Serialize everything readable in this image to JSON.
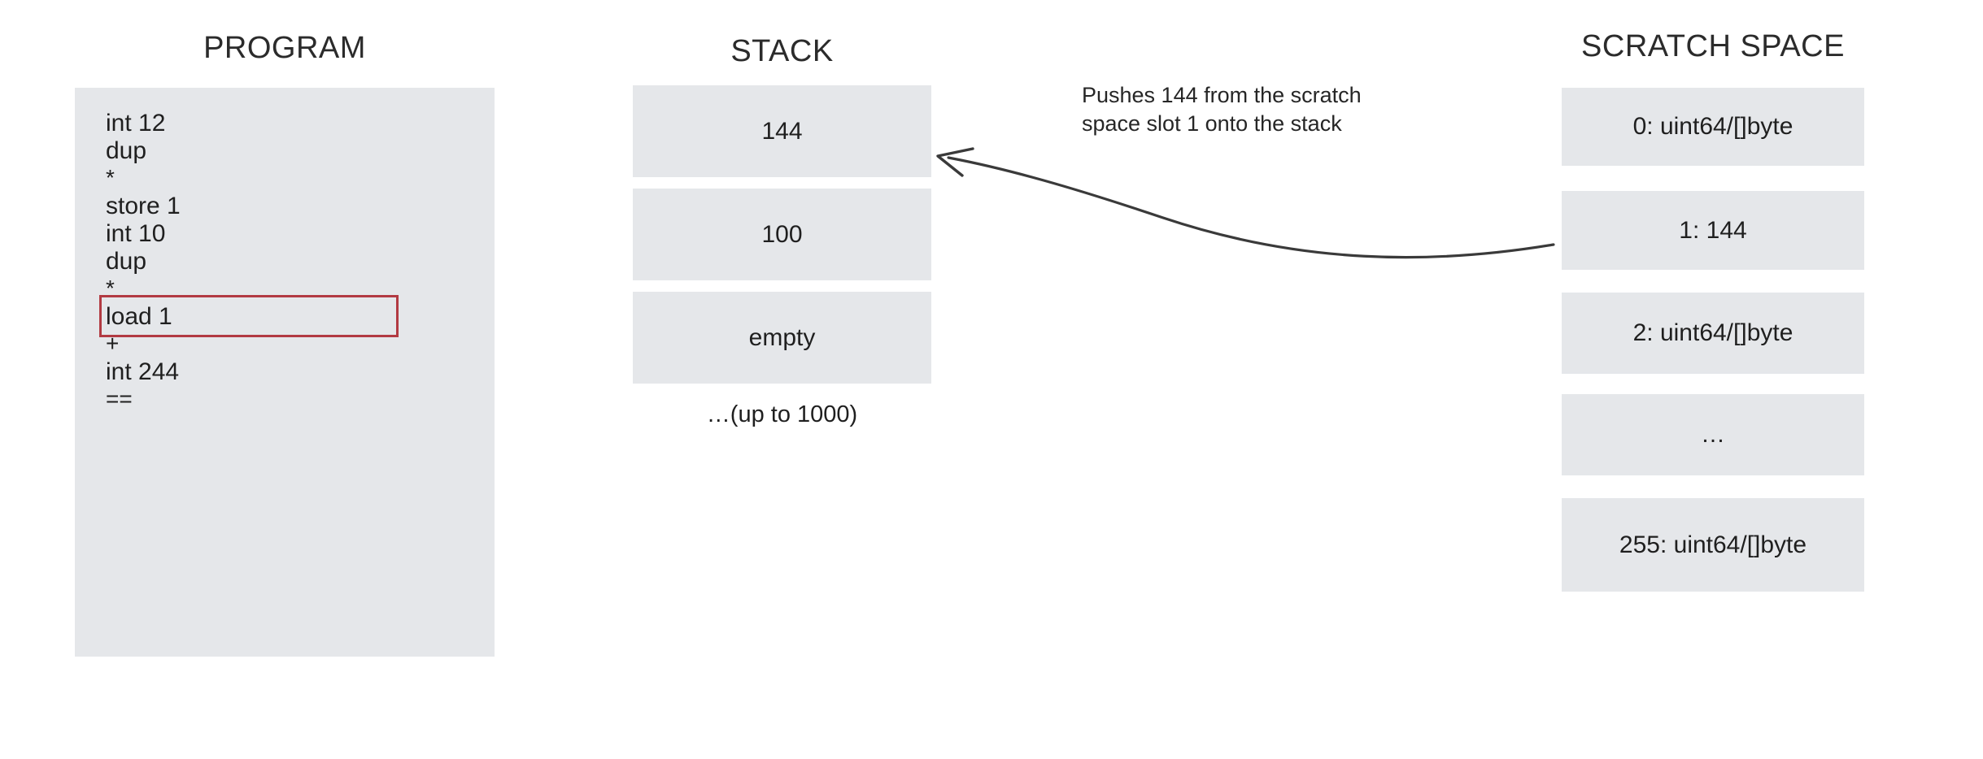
{
  "columns": {
    "program": {
      "title": "PROGRAM",
      "lines": [
        {
          "text": "int 12",
          "symbol": false,
          "highlighted": false
        },
        {
          "text": "dup",
          "symbol": false,
          "highlighted": false
        },
        {
          "text": "*",
          "symbol": true,
          "highlighted": false
        },
        {
          "text": "store 1",
          "symbol": false,
          "highlighted": false
        },
        {
          "text": "int 10",
          "symbol": false,
          "highlighted": false
        },
        {
          "text": "dup",
          "symbol": false,
          "highlighted": false
        },
        {
          "text": "*",
          "symbol": true,
          "highlighted": false
        },
        {
          "text": "load 1",
          "symbol": false,
          "highlighted": true
        },
        {
          "text": "+",
          "symbol": true,
          "highlighted": false
        },
        {
          "text": "int 244",
          "symbol": false,
          "highlighted": false
        },
        {
          "text": "==",
          "symbol": true,
          "highlighted": false
        }
      ]
    },
    "stack": {
      "title": "STACK",
      "slots": [
        {
          "text": "144"
        },
        {
          "text": "100"
        },
        {
          "text": "empty"
        }
      ],
      "footnote": "…(up to 1000)"
    },
    "scratch": {
      "title": "SCRATCH SPACE",
      "slots": [
        {
          "text": "0: uint64/[]byte"
        },
        {
          "text": "1: 144"
        },
        {
          "text": "2: uint64/[]byte"
        },
        {
          "text": "…"
        },
        {
          "text": "255: uint64/[]byte"
        }
      ]
    }
  },
  "annotation": {
    "line1": "Pushes 144 from the scratch",
    "line2": "space slot 1 onto the stack"
  },
  "colors": {
    "panel_fill": "#e5e7ea",
    "slot_fill": "#e5e7ea",
    "text": "#1f1f1f",
    "title_text": "#2b2b2b",
    "highlight_border": "#b23a42",
    "arrow_stroke": "#3a3a3a",
    "background": "#ffffff"
  }
}
